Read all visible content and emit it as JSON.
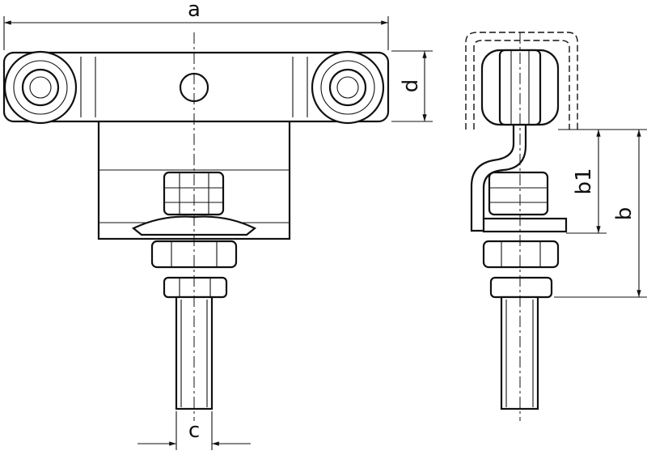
{
  "labels": {
    "a": "a",
    "d": "d",
    "b1": "b1",
    "b": "b",
    "c": "c"
  }
}
